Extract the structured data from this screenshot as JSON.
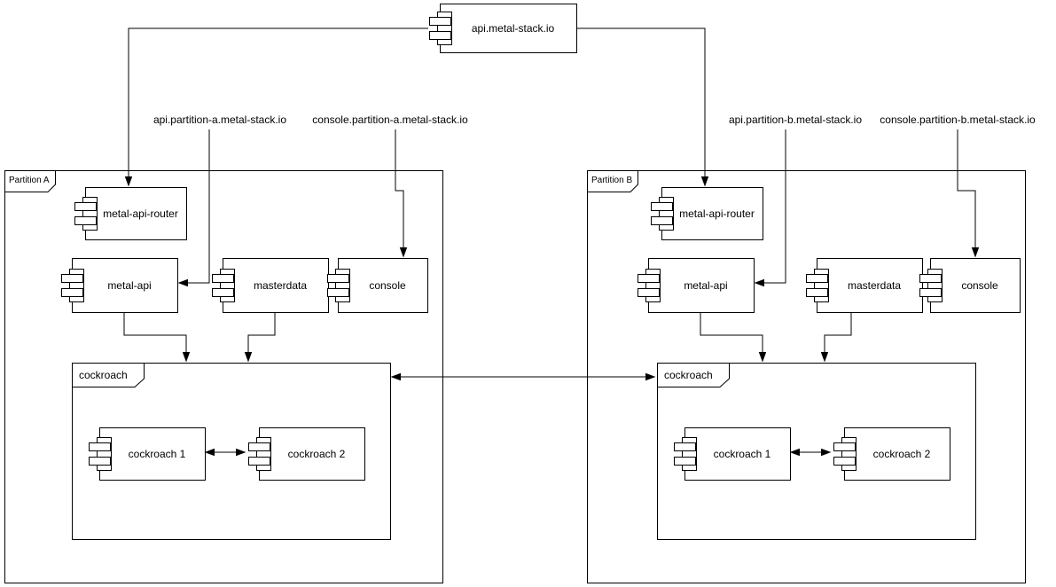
{
  "colors": {
    "line": "#000000",
    "background": "#ffffff",
    "shape_fill": "#ffffff"
  },
  "root": {
    "label": "api.metal-stack.io"
  },
  "dns": {
    "api_a": "api.partition-a.metal-stack.io",
    "console_a": "console.partition-a.metal-stack.io",
    "api_b": "api.partition-b.metal-stack.io",
    "console_b": "console.partition-b.metal-stack.io"
  },
  "partition_a": {
    "label": "Partition A",
    "router": "metal-api-router",
    "metal_api": "metal-api",
    "masterdata": "masterdata",
    "console": "console",
    "cockroach": {
      "label": "cockroach",
      "node1": "cockroach 1",
      "node2": "cockroach 2"
    }
  },
  "partition_b": {
    "label": "Partition B",
    "router": "metal-api-router",
    "metal_api": "metal-api",
    "masterdata": "masterdata",
    "console": "console",
    "cockroach": {
      "label": "cockroach",
      "node1": "cockroach 1",
      "node2": "cockroach 2"
    }
  }
}
